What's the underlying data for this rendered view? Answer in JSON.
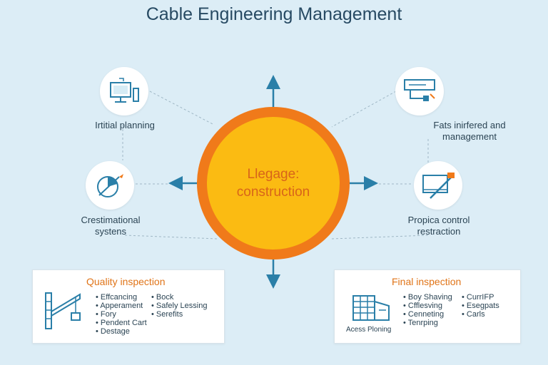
{
  "title": "Cable Engineering Management",
  "center": {
    "line1": "Llegage:",
    "line2": "construction"
  },
  "nodes": {
    "top_left": {
      "label": "Irtitial planning",
      "icon": "computer-monitor-icon"
    },
    "mid_left": {
      "label_line1": "Crestimational",
      "label_line2": "systens",
      "icon": "chart-pencil-icon"
    },
    "top_right": {
      "label_line1": "Fats inirfered and",
      "label_line2": "management",
      "icon": "network-diagram-icon"
    },
    "mid_right": {
      "label_line1": "Propica control",
      "label_line2": "restraction",
      "icon": "monitor-crane-icon"
    }
  },
  "quality_panel": {
    "title": "Quality inspection",
    "col1": [
      "Effcancing",
      "Apperament",
      "Fory",
      "Pendent Cart",
      "Destage"
    ],
    "col2": [
      "Bock",
      "Safely Lessing",
      "Serefits"
    ],
    "icon": "crane-icon"
  },
  "final_panel": {
    "title": "Final inspection",
    "col1": [
      "Boy Shaving",
      "Cfflesving",
      "Cenneting",
      "Tenrping"
    ],
    "col2": [
      "CurrIFP",
      "Esegpats",
      "Carls"
    ],
    "caption": "Acess Ploning",
    "icon": "building-icon"
  },
  "colors": {
    "accent": "#f07a1a",
    "hub": "#fbbb12",
    "arrow": "#2a7fa8",
    "background": "#dcedf6"
  }
}
